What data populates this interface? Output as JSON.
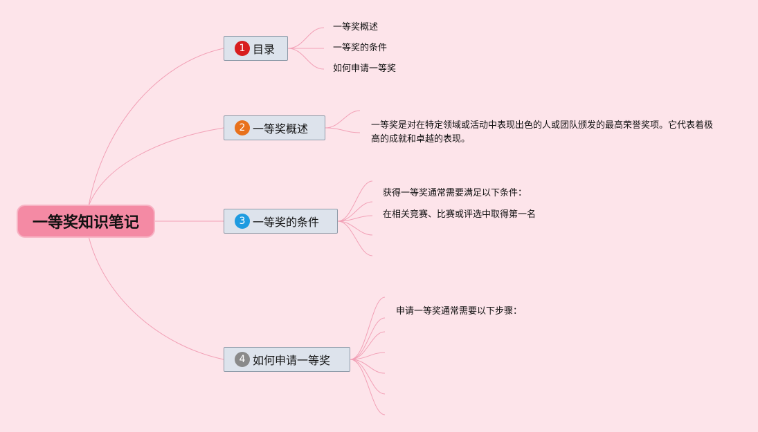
{
  "root": {
    "label": "一等奖知识笔记"
  },
  "colors": {
    "background": "#fde4ea",
    "root_fill": "#f48aa4",
    "branch_fill": "#dde3ec",
    "connector": "#f2a0b6"
  },
  "branches": [
    {
      "number": "1",
      "label": "目录",
      "badge_color": "#d81e1e",
      "leaves": [
        "一等奖概述",
        "一等奖的条件",
        "如何申请一等奖"
      ]
    },
    {
      "number": "2",
      "label": "一等奖概述",
      "badge_color": "#e8711c",
      "leaves": [
        "一等奖是对在特定领域或活动中表现出色的人或团队颁发的最高荣誉奖项。它代表着极高的成就和卓越的表现。"
      ]
    },
    {
      "number": "3",
      "label": "一等奖的条件",
      "badge_color": "#1e9be0",
      "leaves": [
        "获得一等奖通常需要满足以下条件：",
        "在相关竞赛、比赛或评选中取得第一名"
      ]
    },
    {
      "number": "4",
      "label": "如何申请一等奖",
      "badge_color": "#8a8a8a",
      "leaves": [
        "申请一等奖通常需要以下步骤："
      ]
    }
  ]
}
